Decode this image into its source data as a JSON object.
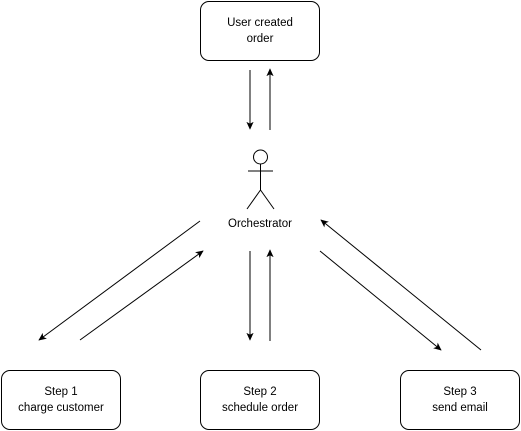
{
  "diagram": {
    "nodes": {
      "user_created_order": {
        "line1": "User created",
        "line2": "order"
      },
      "step1": {
        "line1": "Step 1",
        "line2": "charge customer"
      },
      "step2": {
        "line1": "Step 2",
        "line2": "schedule order"
      },
      "step3": {
        "line1": "Step 3",
        "line2": "send email"
      }
    },
    "actor": {
      "label": "Orchestrator",
      "icon": "stick-figure-actor-icon"
    },
    "colors": {
      "stroke": "#000000",
      "background": "#ffffff"
    }
  }
}
